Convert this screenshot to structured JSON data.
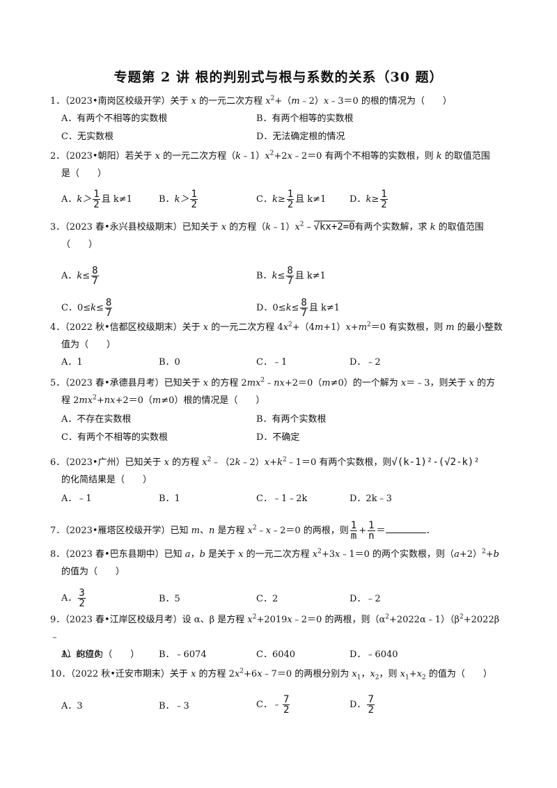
{
  "title": "专题第 2 讲  根的判别式与根与系数的关系（30 题）",
  "q1": {
    "stem_a": "1．（2023•南岗区校级开学）关于 ",
    "stem_b": " 的一元二次方程 ",
    "stem_c": "+（",
    "stem_d": "﹣2）",
    "stem_e": "﹣3＝0 的根的情况为（　　）",
    "A": "A．有两个不相等的实数根",
    "B": "B．有两个相等的实数根",
    "C": "C．无实数根",
    "D": "D．无法确定根的情况"
  },
  "q2": {
    "stem_a": "2．（2023•朝阳）若关于 ",
    "stem_b": " 的一元二次方程（",
    "stem_c": "﹣1）",
    "stem_d": "+2",
    "stem_e": "﹣2＝0 有两个不相等的实数根，则 ",
    "stem_f": " 的取值范围",
    "stem_g": "是（　　）",
    "A_pre": "A．",
    "A_suf": "且 k≠1",
    "B_pre": "B．",
    "C_pre": "C．",
    "C_suf": "且 k≠1",
    "D_pre": "D．",
    "half_n": "1",
    "half_d": "2"
  },
  "q3": {
    "stem_a": "3．（2023 春•永兴县校级期末）已知关于 ",
    "stem_b": " 的方程（",
    "stem_c": "﹣1）",
    "stem_d": "kx+2=0",
    "stem_e": "有两个实数解，求 ",
    "stem_f": " 的取值范围",
    "stem_g": "（　　）",
    "A_pre": "A．",
    "B_pre": "B．",
    "B_suf": "且 k≠1",
    "C_pre": "C．0≤",
    "D_pre": "D．0≤",
    "D_suf": "且 k≠1",
    "f_n": "8",
    "f_d": "7"
  },
  "q4": {
    "stem_a": "4．（2022 秋•信都区校级期末）关于 ",
    "stem_b": " 的一元二次方程 4",
    "stem_c": "+（4",
    "stem_d": "+1）",
    "stem_e": "+",
    "stem_f": "＝0 有实数根，则 ",
    "stem_g": " 的最小整数",
    "stem_h": "值为（　　）",
    "A": "A．1",
    "B": "B．0",
    "C": "C．﹣1",
    "D": "D．﹣2"
  },
  "q5": {
    "stem_a": "5．（2023 春•承德县月考）已知关于 ",
    "stem_b": " 的方程 2",
    "stem_c": "﹣",
    "stem_d": "+2＝0（",
    "stem_e": "≠0）的一个解为 ",
    "stem_f": "＝﹣3，则关于 ",
    "stem_g": " 的方",
    "stem_h": "程 2",
    "stem_i": "+",
    "stem_j": "+2＝0（",
    "stem_k": "≠0）根的情况是（　　）",
    "A": "A．不存在实数根",
    "B": "B．有两个实数根",
    "C": "C．有两个不相等的实数根",
    "D": "D．不确定"
  },
  "q6": {
    "stem_a": "6．（2023•广州）已知关于 ",
    "stem_b": " 的方程 ",
    "stem_c": "﹣（2",
    "stem_d": "﹣2）",
    "stem_e": "+",
    "stem_f": "﹣1＝0 有两个实数根，则",
    "expr": "√(k-1)²-(√2-k)²",
    "stem_g": "的化简结果是（　　）",
    "A": "A．﹣1",
    "B": "B．1",
    "C": "C．﹣1﹣2k",
    "D": "D．2k﹣3"
  },
  "q7": {
    "stem_a": "7．（2023•雁塔区校级开学）已知 ",
    "stem_b": "、",
    "stem_c": " 是方程 ",
    "stem_d": "﹣",
    "stem_e": "﹣2＝0 的两根，则",
    "f1_n": "1",
    "f1_d": "m",
    "f2_n": "1",
    "f2_d": "n",
    "stem_f": "＝",
    "stem_g": "．"
  },
  "q8": {
    "stem_a": "8．（2023 春•巴东县期中）已知 ",
    "stem_b": "，",
    "stem_c": " 是关于 ",
    "stem_d": " 的一元二次方程 ",
    "stem_e": "+3",
    "stem_f": "﹣1＝0 的两个实数根，则（",
    "stem_g": "+2）",
    "stem_h": "+",
    "stem_i": "的值为（　　）",
    "A_pre": "A．",
    "A_n": "3",
    "A_d": "2",
    "B": "B．5",
    "C": "C．2",
    "D": "D．﹣2"
  },
  "q9": {
    "stem_a": "9．（2023 春•江岸区校级月考）设 α、β 是方程 ",
    "stem_b": "+2019",
    "stem_c": "﹣2＝0 的两根，则（α",
    "stem_d": "+2022α﹣1）（β",
    "stem_e": "+2022β﹣",
    "stem_f": "1）的值为（　　）",
    "A": "A．6076",
    "B": "B．﹣6074",
    "C": "C．6040",
    "D": "D．﹣6040"
  },
  "q10": {
    "stem_a": "10．（2022 秋•迁安市期末）关于 ",
    "stem_b": " 的方程 2",
    "stem_c": "+6",
    "stem_d": "﹣7＝0 的两根分别为 ",
    "stem_e": "，",
    "stem_f": "，则 ",
    "stem_g": "+",
    "stem_h": " 的值为（　　）",
    "A": "A．3",
    "B": "B．﹣3",
    "C_pre": "C．",
    "C_n": "7",
    "C_d": "2",
    "D_pre": "D．",
    "D_n": "7",
    "D_d": "2"
  },
  "sym": {
    "x": "x",
    "m": "m",
    "k": "k",
    "n": "n",
    "a": "a",
    "b": "b",
    "sq": "2",
    "x1": "x",
    "s1": "1",
    "s2": "2",
    "gt": "k＞",
    "ge": "k≥",
    "le": "k≤",
    "le2": "k≤",
    "neg": "﹣",
    "x2": "x"
  }
}
